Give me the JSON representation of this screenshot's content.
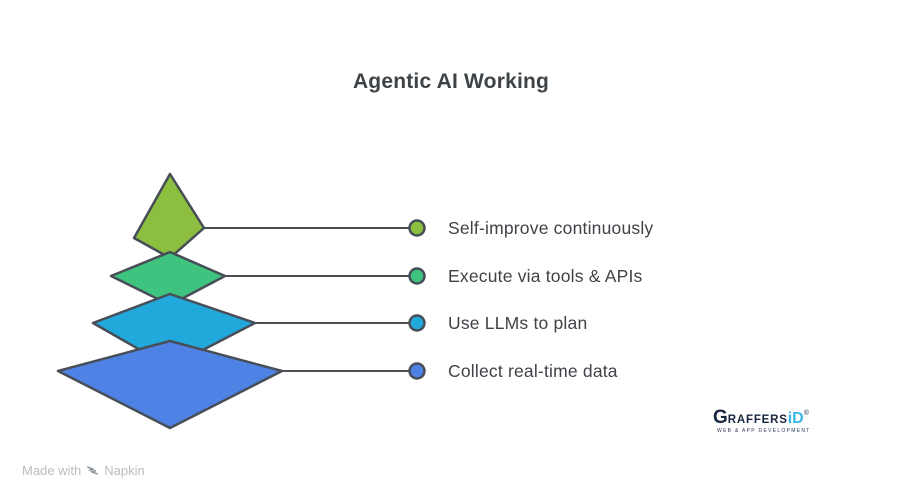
{
  "title": "Agentic AI Working",
  "items": [
    {
      "label": "Self-improve continuously",
      "color": "#8CBE3F"
    },
    {
      "label": "Execute via tools & APIs",
      "color": "#3EC47E"
    },
    {
      "label": "Use LLMs to plan",
      "color": "#22A9DC"
    },
    {
      "label": "Collect real-time data",
      "color": "#4E82E4"
    }
  ],
  "diagram": {
    "type": "pyramid",
    "levels": 4,
    "outline_color": "#474E57",
    "connector_color": "#4A5056",
    "label_text_color": "#3F4347"
  },
  "watermark": {
    "prefix": "Made with",
    "brand": "Napkin"
  },
  "logo": {
    "brand_g": "G",
    "brand_rest": "RAFFERS",
    "brand_accent": "iD",
    "registered": "®",
    "tagline": "WEB & APP DEVELOPMENT"
  }
}
